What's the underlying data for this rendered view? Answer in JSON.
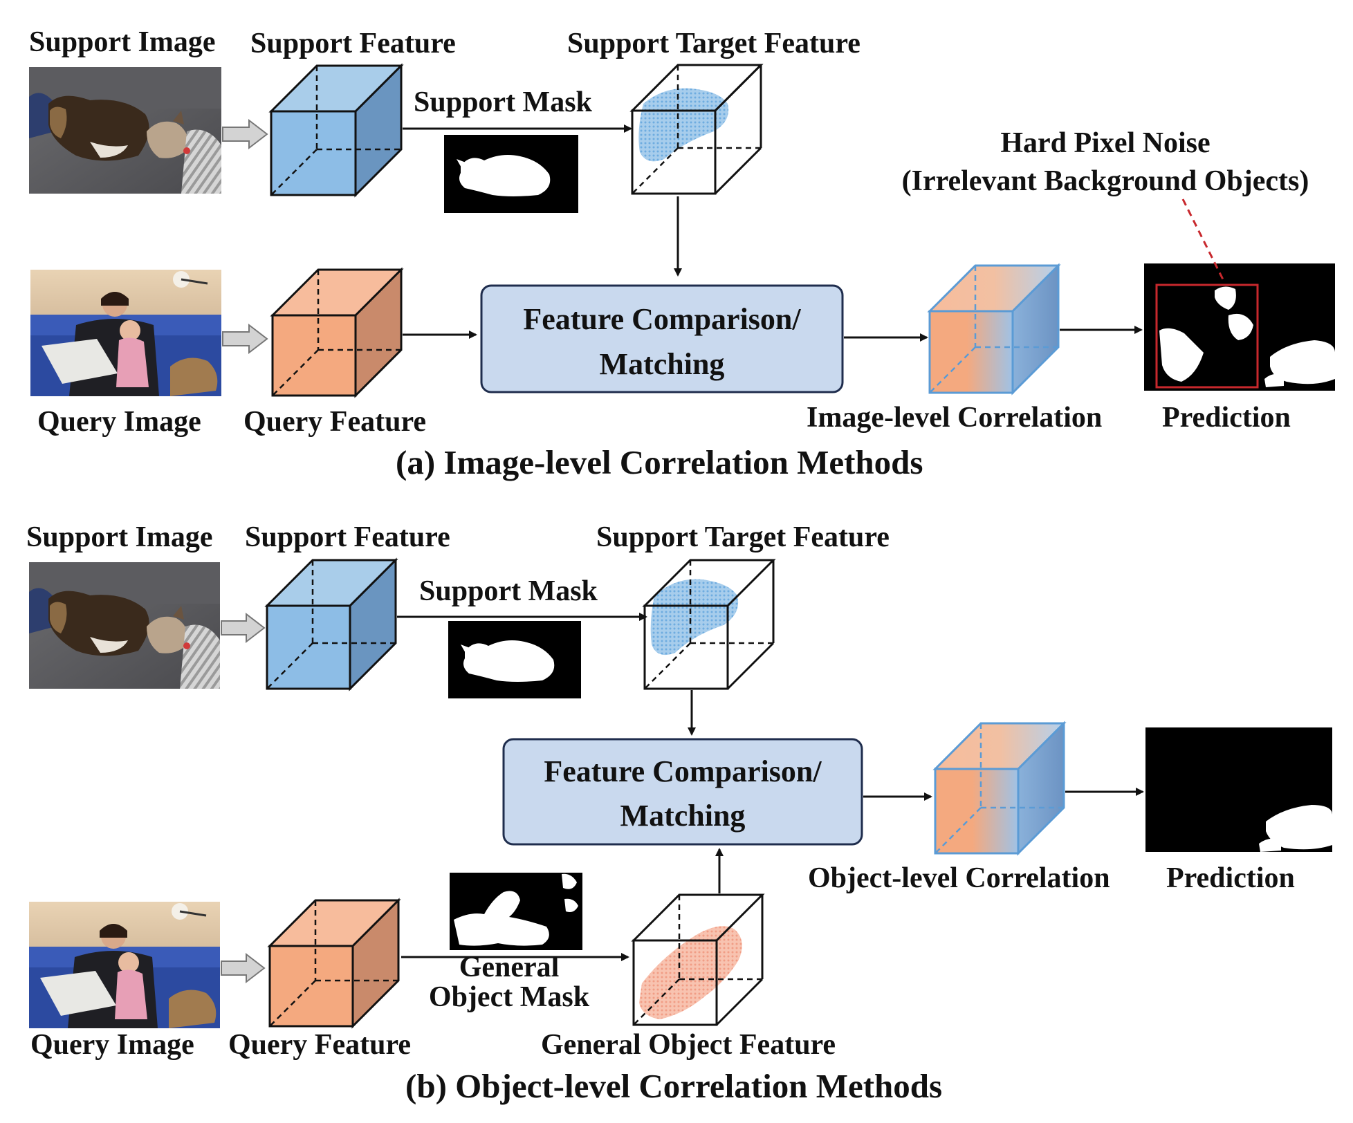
{
  "colors": {
    "support_blue": "#8dbde6",
    "support_blue_top": "#a9cdea",
    "support_blue_side": "#6a95c0",
    "query_orange": "#f4a97f",
    "query_orange_top": "#f7bc9c",
    "query_orange_side": "#c98a6b",
    "correlation_border": "#5b9bd5",
    "box_fill": "#c9d9ee",
    "box_border": "#1f2d4d",
    "noise_box": "#c8282d"
  },
  "panel_a": {
    "support_image_label": "Support Image",
    "support_feature_label": "Support Feature",
    "support_target_feature_label": "Support Target Feature",
    "support_mask_label": "Support Mask",
    "hard_pixel_noise_label": "Hard Pixel Noise",
    "irrelevant_objects_label": "(Irrelevant Background Objects)",
    "matching_box_line1": "Feature Comparison/",
    "matching_box_line2": "Matching",
    "query_image_label": "Query Image",
    "query_feature_label": "Query Feature",
    "correlation_label": "Image-level Correlation",
    "prediction_label": "Prediction",
    "caption": "(a) Image-level Correlation Methods"
  },
  "panel_b": {
    "support_image_label": "Support Image",
    "support_feature_label": "Support Feature",
    "support_target_feature_label": "Support Target Feature",
    "support_mask_label": "Support Mask",
    "matching_box_line1": "Feature Comparison/",
    "matching_box_line2": "Matching",
    "correlation_label": "Object-level Correlation",
    "prediction_label": "Prediction",
    "general_mask_line1": "General",
    "general_mask_line2": "Object Mask",
    "query_image_label": "Query Image",
    "query_feature_label": "Query Feature",
    "general_object_feature_label": "General Object Feature",
    "caption": "(b) Object-level Correlation Methods"
  }
}
